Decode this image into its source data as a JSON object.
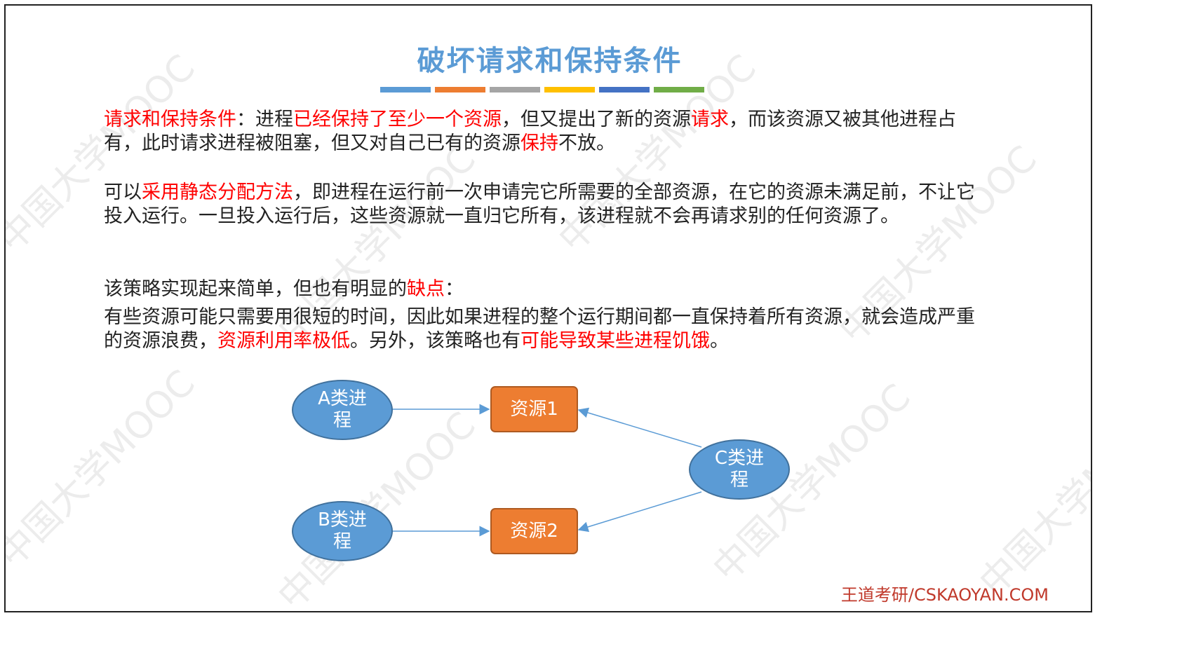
{
  "title": "破坏请求和保持条件",
  "color_bar": [
    "#5b9bd5",
    "#ed7d31",
    "#a5a5a5",
    "#ffc000",
    "#4472c4",
    "#70ad47"
  ],
  "watermark_text": "中国大学MOOC",
  "para1": {
    "p1": "请求和保持条件",
    "p2": "：进程",
    "p3": "已经保持了至少一个资源",
    "p4": "，但又提出了新的资源",
    "p5": "请求",
    "p6": "，而该资源又被其他进程占有，此时请求进程被阻塞，但又对自己已有的资源",
    "p7": "保持",
    "p8": "不放。"
  },
  "para2": {
    "p1": "可以",
    "p2": "采用静态分配方法",
    "p3": "，即进程在运行前一次申请完它所需要的全部资源，在它的资源未满足前，不让它投入运行。一旦投入运行后，这些资源就一直归它所有，该进程就不会再请求别的任何资源了。"
  },
  "para3": {
    "p1": "该策略实现起来简单，但也有明显的",
    "p2": "缺点",
    "p3": "："
  },
  "para4": {
    "p1": "有些资源可能只需要用很短的时间，因此如果进程的整个运行期间都一直保持着所有资源，就会造成严重的资源浪费，",
    "p2": "资源利用率极低",
    "p3": "。另外，该策略也有",
    "p4": "可能导致某些进程饥饿",
    "p5": "。"
  },
  "diagram": {
    "process_a": "A类进程",
    "process_b": "B类进程",
    "process_c": "C类进程",
    "resource_1": "资源1",
    "resource_2": "资源2",
    "process_color": "#5b9bd5",
    "resource_color": "#ed7d31",
    "edges": [
      [
        "process_a",
        "resource_1"
      ],
      [
        "process_b",
        "resource_2"
      ],
      [
        "process_c",
        "resource_1"
      ],
      [
        "process_c",
        "resource_2"
      ]
    ]
  },
  "footer": "王道考研/CSKAOYAN.COM"
}
